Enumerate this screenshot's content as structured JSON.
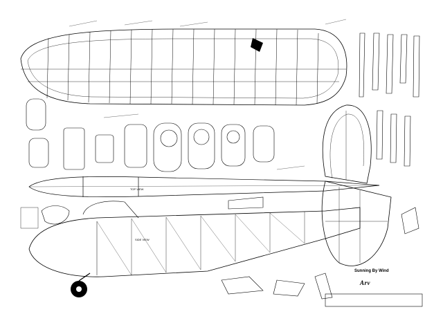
{
  "sheet": {
    "credit_text": "Sunning By Wind",
    "logo_text": "Arv",
    "side_view_label": "SIDE VIEW",
    "top_view_label": "TOP VIEW"
  },
  "colors": {
    "paper": "#ffffff",
    "ink": "#000000"
  }
}
